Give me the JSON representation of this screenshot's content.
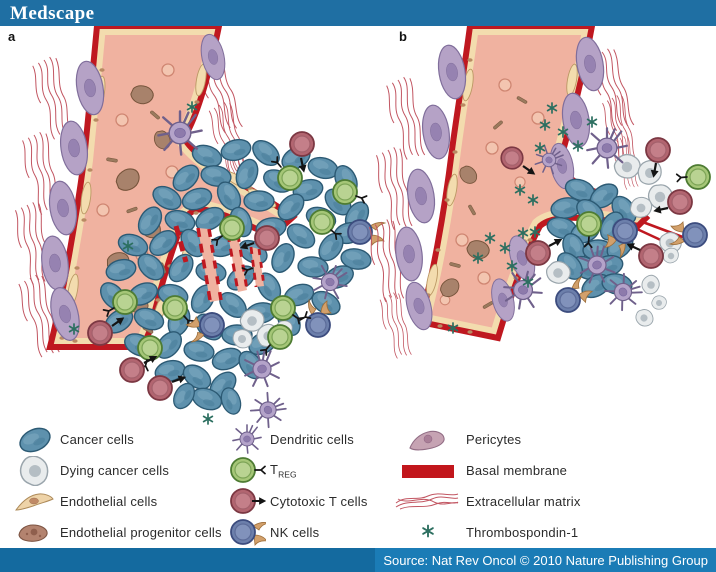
{
  "header": {
    "brand": "Medscape"
  },
  "panels": {
    "a_label": "a",
    "b_label": "b"
  },
  "legend": {
    "columns": [
      {
        "items": [
          {
            "label": "Cancer cells",
            "icon": "cancer-cell"
          },
          {
            "label": "Dying cancer cells",
            "icon": "dying-cancer-cell"
          },
          {
            "label": "Endothelial cells",
            "icon": "endothelial-cell"
          },
          {
            "label": "Endothelial progenitor cells",
            "icon": "endothelial-progenitor-cell"
          }
        ]
      },
      {
        "items": [
          {
            "label": "Dendritic cells",
            "icon": "dendritic-cell"
          },
          {
            "label": "T",
            "label_sub": "REG",
            "icon": "treg-cell"
          },
          {
            "label": "Cytotoxic T cells",
            "icon": "cytotoxic-t-cell"
          },
          {
            "label": "NK cells",
            "icon": "nk-cell"
          }
        ]
      },
      {
        "items": [
          {
            "label": "Pericytes",
            "icon": "pericyte"
          },
          {
            "label": "Basal membrane",
            "icon": "basal-membrane"
          },
          {
            "label": "Extracellular matrix",
            "icon": "extracellular-matrix"
          },
          {
            "label": "Thrombospondin-1",
            "icon": "thrombospondin-1"
          }
        ]
      }
    ]
  },
  "footer": {
    "source": "Source: Nat Rev Oncol © 2010 Nature Publishing Group"
  },
  "colors": {
    "header_bg": "#1f6fa3",
    "footer_bg_left": "#146a9f",
    "footer_bg_right": "#1b7cb6",
    "cancer_cell": "#5e91ad",
    "dying_cell": "#e9eced",
    "endothelial": "#eed3a8",
    "endothelial_progenitor": "#b3836f",
    "dendritic": "#b4a3c9",
    "treg": "#a5c677",
    "cytotoxic_t": "#b26570",
    "nk": "#6c7fab",
    "pericyte": "#c6a3b3",
    "basal_membrane": "#c2161c",
    "extracellular_matrix": "#c25662",
    "thrombospondin": "#2c6f60",
    "vessel_lumen": "#f0b2a0"
  }
}
